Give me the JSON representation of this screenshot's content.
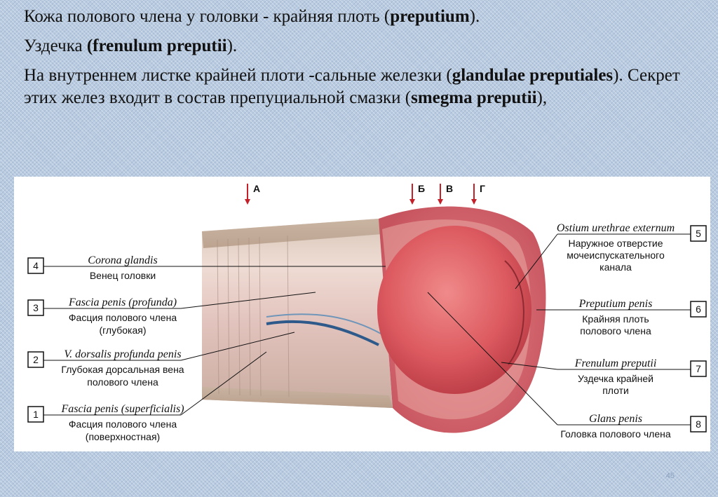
{
  "lines": [
    [
      {
        "t": "Кожа полового члена у головки  - крайняя плоть (",
        "b": false
      },
      {
        "t": "preputium",
        "b": true
      },
      {
        "t": ").",
        "b": false
      }
    ],
    [
      {
        "t": "Уздечка ",
        "b": false
      },
      {
        "t": "(frenulum preputii",
        "b": true
      },
      {
        "t": ").",
        "b": false
      }
    ],
    [
      {
        "t": "На внутреннем листке крайней плоти -сальные железки (",
        "b": false
      },
      {
        "t": "glandulae preputiales",
        "b": true
      },
      {
        "t": "). Секрет этих желез входит в состав препуциальной смазки (",
        "b": false
      },
      {
        "t": "smegma preputii",
        "b": true
      },
      {
        "t": "),",
        "b": false
      }
    ]
  ],
  "figure": {
    "arrows": {
      "a": "А",
      "b": "Б",
      "v": "В",
      "g": "Г"
    },
    "left_labels": [
      {
        "num": "4",
        "lat": "Corona glandis",
        "ru1": "Венец головки",
        "ru2": ""
      },
      {
        "num": "3",
        "lat": "Fascia penis (profunda)",
        "ru1": "Фасция полового члена",
        "ru2": "(глубокая)"
      },
      {
        "num": "2",
        "lat": "V. dorsalis profunda penis",
        "ru1": "Глубокая дорсальная вена",
        "ru2": "полового члена"
      },
      {
        "num": "1",
        "lat": "Fascia penis (superficialis)",
        "ru1": "Фасция полового члена",
        "ru2": "(поверхностная)"
      }
    ],
    "right_labels": [
      {
        "num": "5",
        "lat": "Ostium urethrae externum",
        "ru1": "Наружное отверстие",
        "ru2": "мочеиспускательного",
        "ru3": "канала"
      },
      {
        "num": "6",
        "lat": "Preputium penis",
        "ru1": "Крайняя плоть",
        "ru2": "полового члена",
        "ru3": ""
      },
      {
        "num": "7",
        "lat": "Frenulum preputii",
        "ru1": "Уздечка крайней",
        "ru2": "плоти",
        "ru3": ""
      },
      {
        "num": "8",
        "lat": "Glans penis",
        "ru1": "Головка полового члена",
        "ru2": "",
        "ru3": ""
      }
    ]
  },
  "page_number": "45",
  "colors": {
    "background": "#b9cbe0",
    "glans": "#d9545c",
    "shaft": "#e6c9c2",
    "vein": "#2d5a8a"
  }
}
